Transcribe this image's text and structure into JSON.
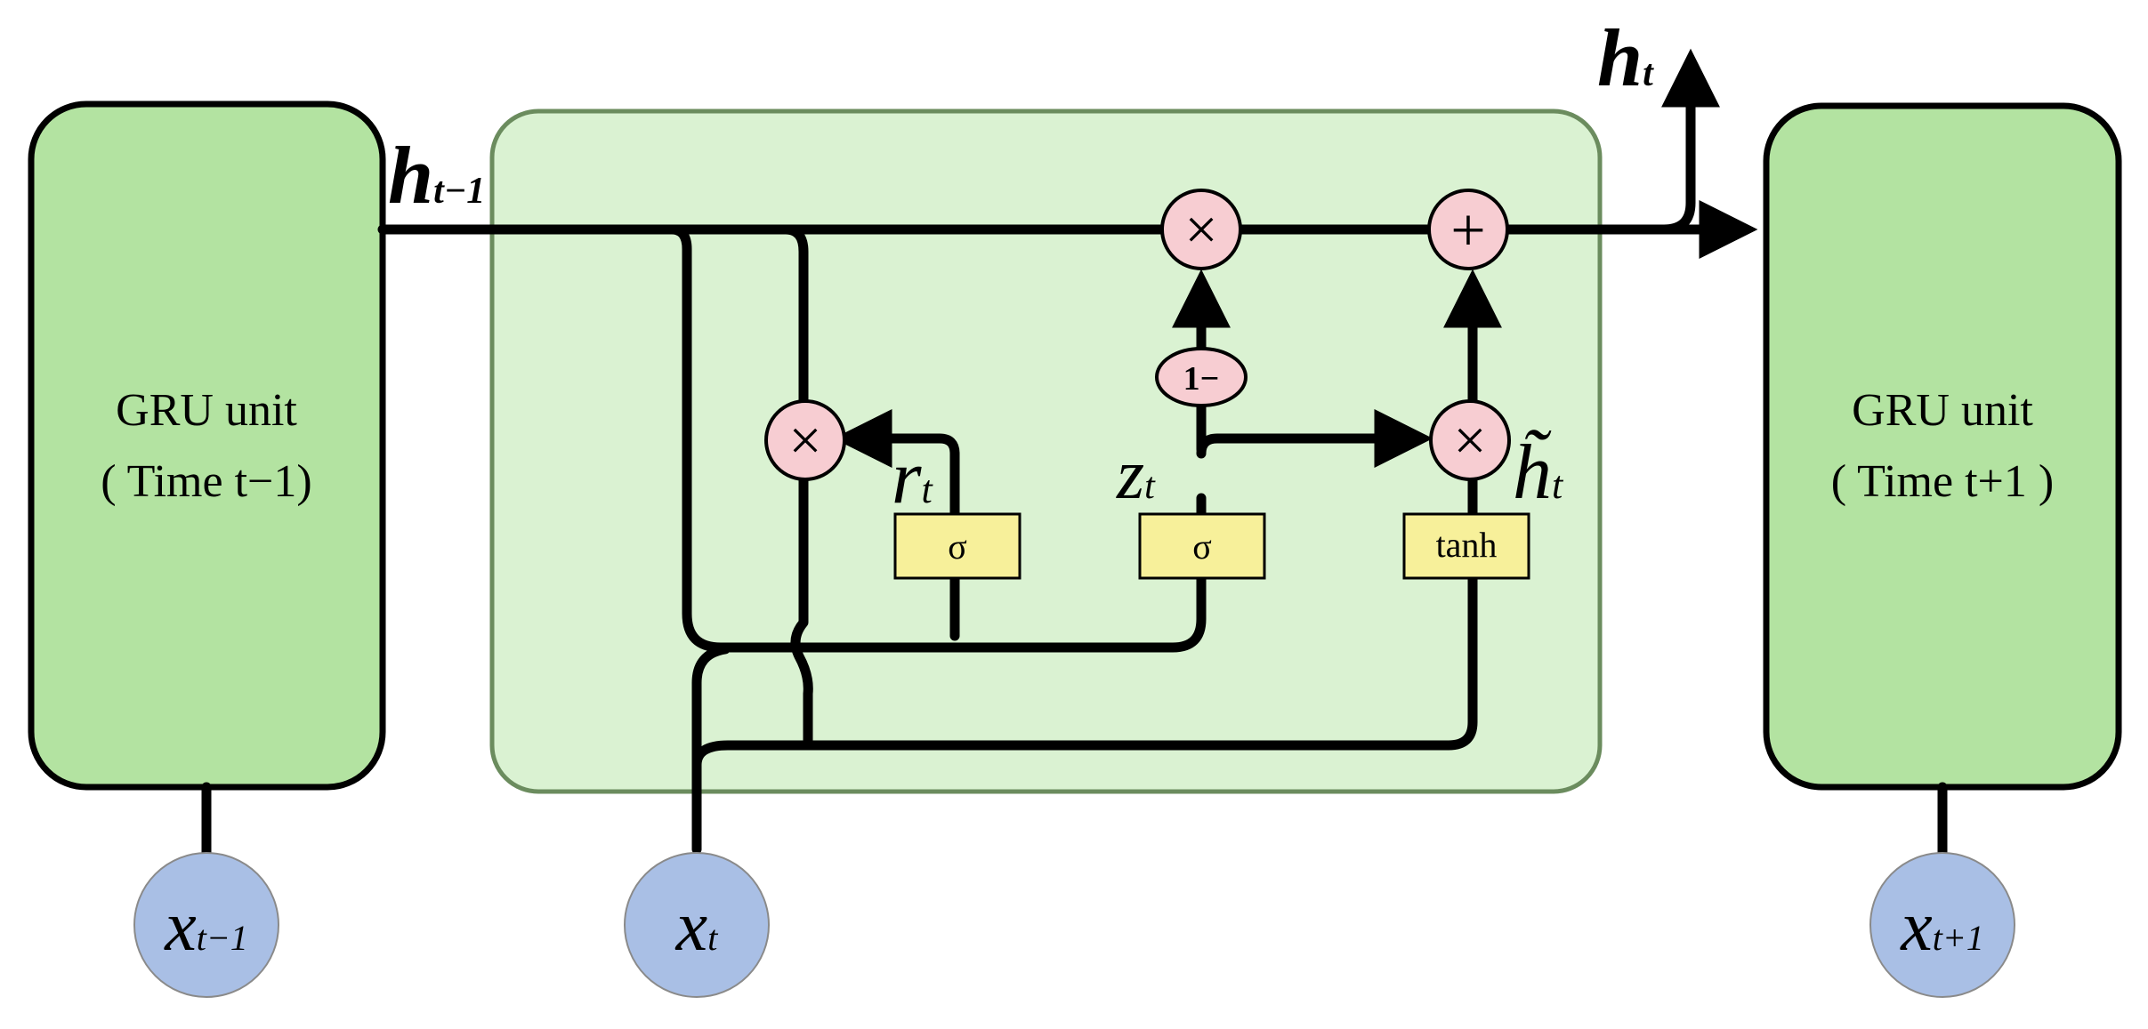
{
  "units": {
    "prev": {
      "line1": "GRU unit",
      "line2": "( Time t−1)"
    },
    "next": {
      "line1": "GRU unit",
      "line2": "( Time t+1 )"
    }
  },
  "inputs": {
    "prev": {
      "base": "x",
      "sub": "t−1"
    },
    "curr": {
      "base": "x",
      "sub": "t"
    },
    "next": {
      "base": "x",
      "sub": "t+1"
    }
  },
  "states": {
    "h_prev": {
      "base": "h",
      "sub": "t−1"
    },
    "h_out": {
      "base": "h",
      "sub": "t"
    },
    "h_tilde": {
      "base": "h̃",
      "sub": "t"
    }
  },
  "gates": {
    "reset": {
      "box": "σ",
      "base": "r",
      "sub": "t"
    },
    "update": {
      "box": "σ",
      "base": "z",
      "sub": "t"
    },
    "candidate": {
      "box": "tanh"
    }
  },
  "operators": {
    "multiply": "×",
    "add": "+",
    "one_minus": "1−"
  },
  "colors": {
    "unit_fill": "#b3e3a1",
    "cell_fill": "#daf2d2",
    "cell_stroke": "#6b8c5e",
    "input_fill": "#a9bfe5",
    "operator_fill": "#f7cdd2",
    "gate_fill": "#f7f09a",
    "line": "#000000"
  }
}
